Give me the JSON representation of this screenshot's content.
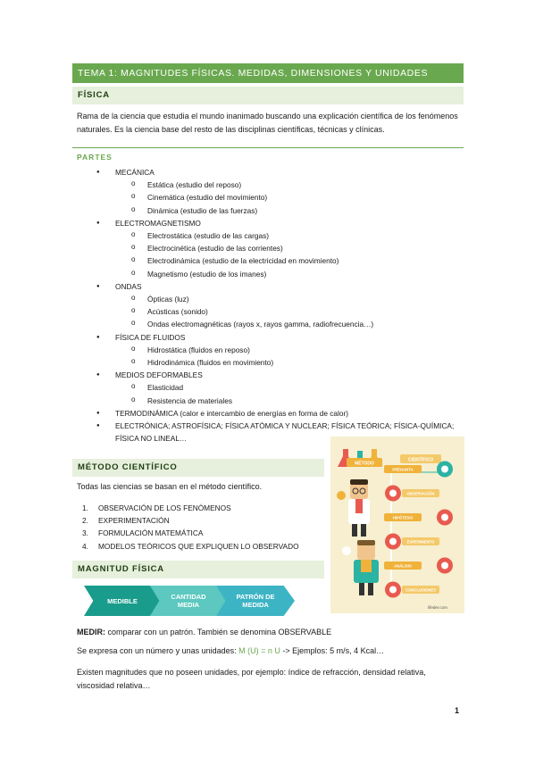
{
  "title": "TEMA 1: MAGNITUDES FÍSICAS. MEDIDAS, DIMENSIONES Y UNIDADES",
  "fisica": {
    "heading": "FÍSICA",
    "text": "Rama de la ciencia que estudia el mundo inanimado buscando una explicación científica de los fenómenos naturales. Es la ciencia base del resto de las disciplinas científicas, técnicas y clínicas."
  },
  "partes": {
    "heading": "PARTES",
    "items": [
      {
        "label": "MECÁNICA",
        "subs": [
          "Estática (estudio del reposo)",
          "Cinemática (estudio del movimiento)",
          "Dinámica (estudio de las fuerzas)"
        ]
      },
      {
        "label": "ELECTROMAGNETISMO",
        "subs": [
          "Electrostática (estudio de las cargas)",
          "Electrocinética (estudio de las corrientes)",
          "Electrodinámica (estudio de la electricidad en movimiento)",
          "Magnetismo (estudio de los imanes)"
        ]
      },
      {
        "label": "ONDAS",
        "subs": [
          "Ópticas (luz)",
          "Acústicas (sonido)",
          "Ondas electromagnéticas (rayos x, rayos gamma, radiofrecuencia…)"
        ]
      },
      {
        "label": "FÍSICA DE FLUIDOS",
        "subs": [
          "Hidrostática (fluidos en reposo)",
          "Hidrodinámica (fluidos en movimiento)"
        ]
      },
      {
        "label": "MEDIOS DEFORMABLES",
        "subs": [
          "Elasticidad",
          "Resistencia de materiales"
        ]
      },
      {
        "label": "TERMODINÁMICA (calor e intercambio de energías en forma de calor)",
        "subs": []
      },
      {
        "label": "ELECTRÓNICA; ASTROFÍSICA; FÍSICA ATÓMICA Y NUCLEAR; FÍSICA TEÓRICA; FÍSICA-QUÍMICA; FÍSICA NO LINEAL…",
        "subs": []
      }
    ]
  },
  "metodo": {
    "heading": "MÉTODO CIENTÍFICO",
    "intro": "Todas las ciencias se basan en el método científico.",
    "steps": [
      {
        "num": "1.",
        "text": "OBSERVACIÓN DE LOS FENÓMENOS"
      },
      {
        "num": "2.",
        "text": "EXPERIMENTACIÓN"
      },
      {
        "num": "3.",
        "text": "FORMULACIÓN MATEMÁTICA"
      },
      {
        "num": "4.",
        "text": "MODELOS TEÓRICOS QUE EXPLIQUEN LO OBSERVADO"
      }
    ]
  },
  "infographic": {
    "header_left": "MÉTODO",
    "header_right": "CIENTÍFICO",
    "steps": [
      "PREGUNTA",
      "OBSERVACIÓN",
      "HIPÓTESIS",
      "EXPERIMENTO",
      "ANÁLISIS",
      "CONCLUSIONES"
    ],
    "credit": "lifeder.com"
  },
  "magnitud": {
    "heading": "MAGNITUD FÍSICA",
    "chevrons": [
      "MEDIBLE",
      "CANTIDAD MEDIA",
      "PATRÓN DE MEDIDA"
    ],
    "medir_label": "MEDIR:",
    "medir_text": " comparar con un patrón. También se denomina OBSERVABLE",
    "expresa_pre": "Se expresa con un número y unas unidades: ",
    "expresa_formula": "M (U) = n U",
    "expresa_post": " -> Ejemplos: 5  m/s, 4 Kcal…",
    "sin_unidades": "Existen magnitudes que no poseen unidades, por ejemplo: índice de refracción, densidad relativa, viscosidad relativa…"
  },
  "page_number": "1",
  "colors": {
    "accent": "#6aa84f",
    "section_bg": "#e6f0dc",
    "chevron1": "#1a9c8c",
    "chevron2": "#5cc8bf",
    "chevron3": "#3db4c4",
    "infographic_bg": "#f7efcf"
  }
}
